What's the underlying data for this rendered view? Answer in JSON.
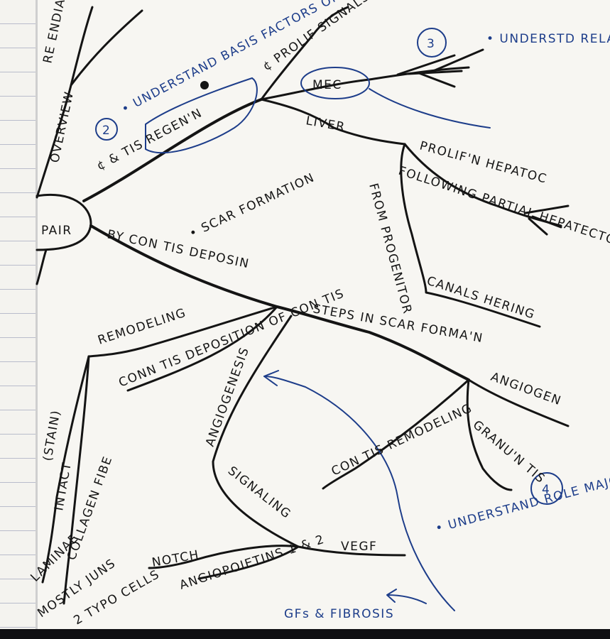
{
  "branches": {
    "repair": "PAIR",
    "by_conn_tis": "BY CON TIS DEPOSIN",
    "scar_formation": "• SCAR FORMATION",
    "c_and_tis_regen": "¢ & TIS REGEN'N",
    "prolif_signals": "¢ PROLIF SIGNALS & CONT FEEL",
    "mec": "MEC",
    "liver": "LIVER",
    "prolif_hepatoc": "PROLIF'N HEPATOC",
    "following_partial": "FOLLOWING PARTIAL HEPATECTOMY",
    "from_progenitor": "FROM PROGENITOR",
    "canals_hering": "CANALS HERING",
    "steps_scar": "STEPS IN SCAR FORMA'N",
    "angiogen": "ANGIOGEN",
    "remodeling": "REMODELING",
    "conn_tis_deposition": "CONN TIS DEPOSITION OF CON TIS",
    "angiogenesis": "ANGIOGENESIS",
    "granu_tis": "GRANU'N TIS",
    "con_tis_remodeling": "CON TIS REMODELING",
    "signaling": "SIGNALING",
    "vegf": "VEGF",
    "notch": "NOTCH",
    "angiopoietins": "ANGIOPOIETINS 1 & 2",
    "gfs_fibrosis": "GFs & FIBROSIS",
    "overview": "OVERVIEW",
    "left_notes": [
      "(STAIN)",
      "INTACT",
      "COLLAGEN FIBE",
      "LAMINAE",
      "MOSTLY JUNS",
      "2 TYPO CELLS"
    ],
    "top_left_fragment": "RE ENDIA"
  },
  "objectives": {
    "obj2": {
      "number": "2",
      "text": "• UNDERSTAND BASIS FACTORS OF"
    },
    "obj3": {
      "number": "3",
      "text": "• UNDERSTD RELATIONSHIPS BETWEEN ¢ & THEIR"
    },
    "obj4": {
      "number": "4",
      "text": "• UNDERSTAND ROLE MAJOR PLAYERS OF HEALING"
    }
  },
  "colors": {
    "ink": "#141414",
    "blue_pen": "#1d3d8a",
    "paper": "#f7f6f2",
    "ruled_line": "#b9bccb"
  }
}
